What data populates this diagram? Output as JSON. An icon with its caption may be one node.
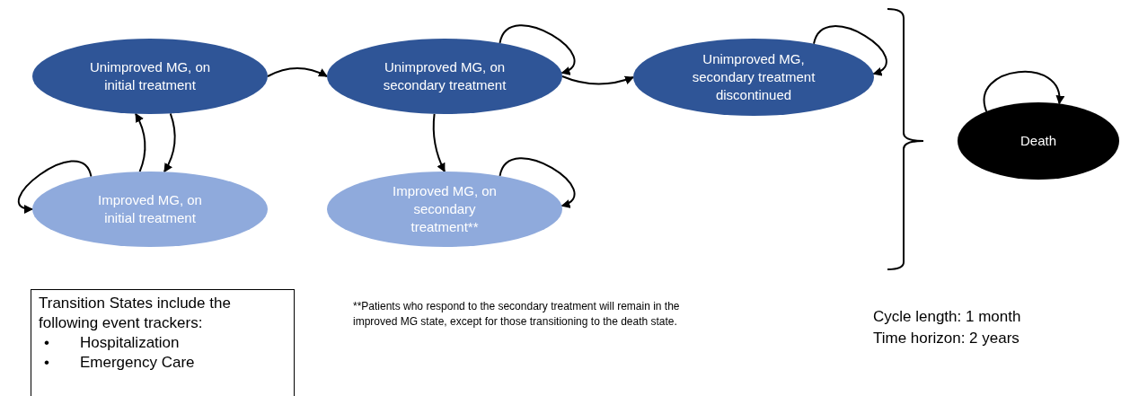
{
  "diagram": {
    "nodes": [
      {
        "text": [
          "Unimproved MG, on initial treatment"
        ]
      },
      {
        "text": [
          "Unimproved MG, on secondary treatment"
        ]
      },
      {
        "text": [
          "Unimproved MG, secondary treatment discontinued"
        ]
      },
      {
        "text": [
          "Improved MG, on initial treatment"
        ]
      },
      {
        "text": [
          "Improved MG, on secondary treatment**"
        ]
      },
      {
        "text": [
          "Death"
        ]
      },
      {
        "text": [
          "Transition States include the following event trackers:",
          "•",
          "Hospitalization",
          "•",
          "Emergency Care"
        ]
      }
    ],
    "edges": [
      {
        "from": 0,
        "to": 1,
        "arrow": "to"
      },
      {
        "from": 1,
        "to": 2,
        "arrow": "to"
      },
      {
        "from": 1,
        "to": 4,
        "arrow": "to"
      },
      {
        "from": 3,
        "to": 0,
        "arrow": "to"
      },
      {
        "from": 0,
        "to": 3,
        "arrow": "to"
      },
      {
        "from": 3,
        "to": 3,
        "arrow": "to"
      },
      {
        "from": 1,
        "to": 1,
        "arrow": "to"
      },
      {
        "from": 4,
        "to": 4,
        "arrow": "to"
      },
      {
        "from": 2,
        "to": 2,
        "arrow": "to"
      },
      {
        "from": 5,
        "to": 5,
        "arrow": "to"
      }
    ],
    "labels": [
      "**Patients who respond to the secondary treatment will remain in the improved MG state, except for those transitioning to the death state.",
      "Cycle length: 1 month",
      "Time horizon: 2 years"
    ]
  }
}
